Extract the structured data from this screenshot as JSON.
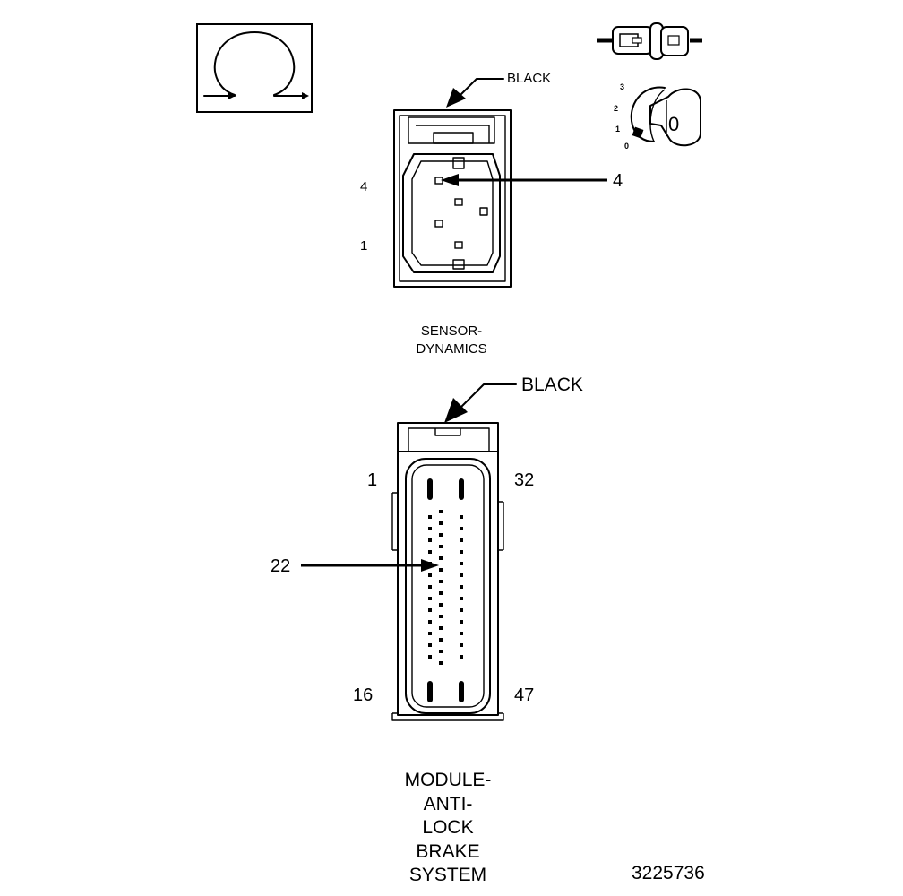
{
  "sensor_connector": {
    "title_lines": [
      "SENSOR-",
      "DYNAMICS"
    ],
    "color_label": "BLACK",
    "cavity_label_top": "4",
    "cavity_label_bottom": "1",
    "callout": "4"
  },
  "abs_connector": {
    "title_lines": [
      "MODULE-",
      "ANTI-",
      "LOCK",
      "BRAKE",
      "SYSTEM"
    ],
    "color_label": "BLACK",
    "corner_top_left": "1",
    "corner_top_right": "32",
    "corner_bottom_left": "16",
    "corner_bottom_right": "47",
    "callout": "22"
  },
  "key_position": {
    "scale": [
      "3",
      "2",
      "1",
      "0"
    ],
    "key_value": "0"
  },
  "figure_number": "3225736",
  "icons": {
    "service_icon": "omega-loop-icon",
    "connector_icon": "inline-connector-icon",
    "ignition_icon": "ignition-key-icon"
  }
}
